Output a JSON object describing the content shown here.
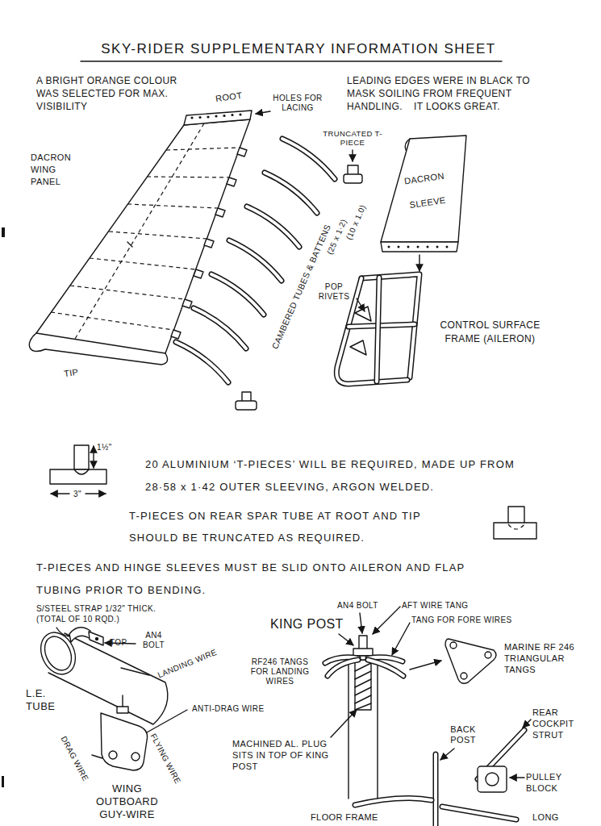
{
  "diagram": {
    "title": "SKY-RIDER SUPPLEMENTARY INFORMATION SHEET",
    "labels": [
      "A BRIGHT ORANGE COLOUR WAS SELECTED FOR MAX. VISIBILITY",
      "ROOT",
      "HOLES FOR LACING",
      "LEADING EDGES WERE IN BLACK TO MASK SOILING FROM FREQUENT HANDLING.",
      "IT LOOKS GREAT.",
      "TRUNCATED T-PIECE",
      "DACRON WING PANEL",
      "DACRON SLEEVE",
      "CAMBERED TUBES & BATTENS",
      "(25 x 1·2)",
      "(10 x 1.0)",
      "POP RIVETS",
      "CONTROL SURFACE FRAME (AILERON)",
      "TIP",
      "1½\"",
      "3\"",
      "20 ALUMINIUM ‘T-PIECES’ WILL BE REQUIRED, MADE UP FROM 28·58 x 1·42 OUTER SLEEVING, ARGON WELDED.",
      "T-PIECES ON REAR SPAR TUBE AT ROOT AND TIP SHOULD BE TRUNCATED AS REQUIRED.",
      "T-PIECES AND HINGE SLEEVES MUST BE SLID ONTO AILERON AND FLAP TUBING PRIOR TO BENDING.",
      "S/STEEL STRAP 1/32\" THICK. (TOTAL OF 10 RQD.)",
      "TOP",
      "AN4 BOLT",
      "LANDING WIRE",
      "L.E. TUBE",
      "ANTI-DRAG WIRE",
      "DRAG WIRE",
      "FLYING WIRE",
      "WING OUTBOARD GUY-WIRE",
      "AN4 BOLT",
      "KING POST",
      "AFT WIRE TANG",
      "TANG FOR FORE WIRES",
      "RF246 TANGS FOR LANDING WIRES",
      "MARINE RF 246 TRIANGULAR TANGS",
      "MACHINED AL. PLUG SITS IN TOP OF KING POST",
      "BACK POST",
      "REAR COCKPIT STRUT",
      "PULLEY BLOCK",
      "FLOOR FRAME",
      "LONG"
    ]
  }
}
